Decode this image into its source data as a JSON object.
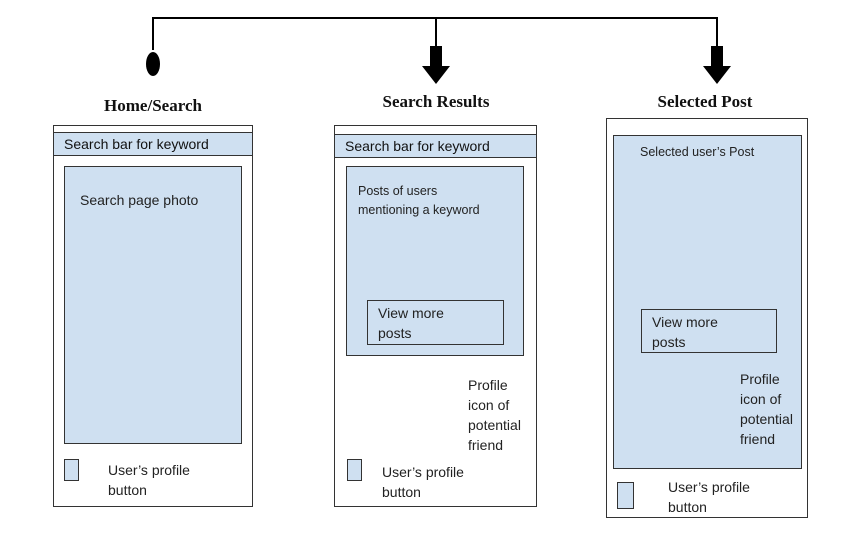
{
  "screens": [
    {
      "title": "Home/Search",
      "search_bar": "Search bar for keyword",
      "photo_label": "Search page photo",
      "profile_button": [
        "User’s profile",
        "button"
      ]
    },
    {
      "title": "Search Results",
      "search_bar": "Search bar for keyword",
      "posts_label": [
        "Posts of users",
        "mentioning a keyword"
      ],
      "view_more": [
        "View more",
        "posts"
      ],
      "profile_icon_label": [
        "Profile",
        "icon of",
        "potential",
        "friend"
      ],
      "profile_button": [
        "User’s profile",
        "button"
      ]
    },
    {
      "title": "Selected Post",
      "post_label": "Selected user’s Post",
      "view_more": [
        "View more",
        "posts"
      ],
      "profile_icon_label": [
        "Profile",
        "icon of",
        "potential",
        "friend"
      ],
      "profile_button": [
        "User’s profile",
        "button"
      ]
    }
  ],
  "colors": {
    "panel_fill": "#cfe0f1",
    "stroke": "#333333",
    "connector": "#000000"
  }
}
